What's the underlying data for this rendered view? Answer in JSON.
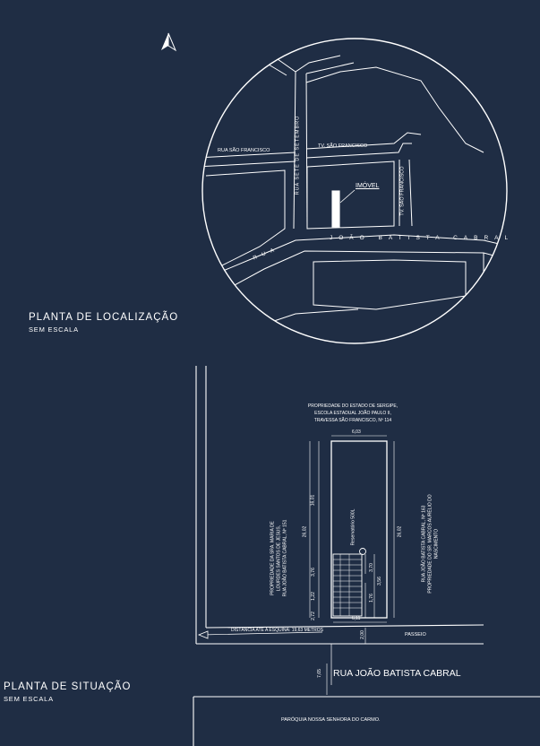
{
  "north_arrow": "north-arrow-icon",
  "colors": {
    "background": "#1f2d44",
    "line": "#ffffff"
  },
  "location_plan": {
    "title": "PLANTA DE LOCALIZAÇÃO",
    "subtitle": "SEM ESCALA",
    "streets": {
      "rua_sao_francisco": "RUA SÃO FRANCISCO",
      "tv_sao_francisco_top": "TV. SÃO FRANCISCO",
      "tv_sao_francisco_right": "TV. SÃO FRANCISCO",
      "sete_setembro": "RUA SETE DE SETEMBRO",
      "joao_batista": "JOÃO BATISTA CABRAL",
      "rua": "RUA"
    },
    "property_label": "IMÓVEL"
  },
  "site_plan": {
    "title": "PLANTA DE SITUAÇÃO",
    "subtitle": "SEM ESCALA",
    "top_owner": [
      "PROPRIEDADE DO ESTADO DE SERGIPE,",
      "ESCOLA ESTADUAL JOÃO PAULO II,",
      "TRAVESSA SÃO FRANCISCO, Nº 114"
    ],
    "left_owner": [
      "PROPRIEDADE DA SRA. MARIA DE",
      "LOURDES SANTOS DE JESUS,",
      "RUA JOÃO BATISTA CABRAL, Nº 151"
    ],
    "right_owner": [
      "RUA JOÃO BATISTA CABRAL, Nº 163",
      "PROPRIEDADE DO SR. MARCOS AURÉLIO DO",
      "NASCIMENTO"
    ],
    "reservoir": "Reservatório 500L",
    "distance": "DISTÂNCIA ATÉ A ESQUINA: 19,63 METROS",
    "passeio": "PASSEIO",
    "street": "RUA JOÃO BATISTA CABRAL",
    "church": "PARÓQUIA NOSSA SENHORA DO CARMO.",
    "dims": {
      "top_width": "6,03",
      "bottom_width": "6,11",
      "left_total": "26,02",
      "right_total": "26,02",
      "left_upper": "16,01",
      "left_mid": "3,76",
      "left_122": "1,22",
      "left_272": "2,72",
      "right_370": "3,70",
      "right_356": "3,56",
      "right_176": "1,76",
      "street_width": "7,65",
      "sidewalk": "2,00"
    }
  }
}
